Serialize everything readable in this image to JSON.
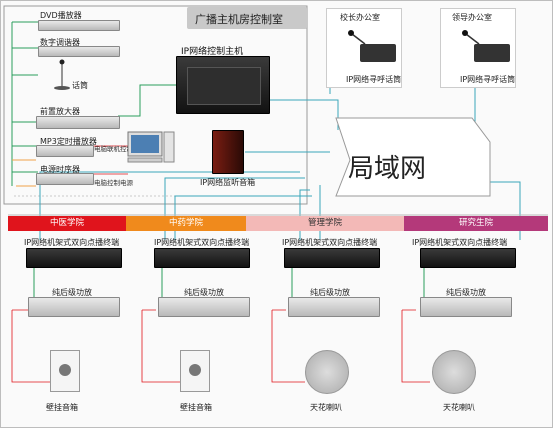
{
  "control_room": {
    "title": "广播主机房控制室",
    "devices": {
      "dvd": "DVD播放器",
      "tuner": "数字调谐器",
      "mic": "话筒",
      "preamp": "前置放大器",
      "mp3": "MP3定时播放器",
      "timer": "电源时序器",
      "host": "IP网络控制主机",
      "monitor_speaker": "IP网络监听音箱"
    },
    "small_labels": [
      "电脑联机控制",
      "电脑控制电源"
    ]
  },
  "offices": [
    {
      "name": "校长办公室",
      "device": "IP网络寻呼话筒"
    },
    {
      "name": "领导办公室",
      "device": "IP网络寻呼话筒"
    }
  ],
  "network": {
    "label": "局域网"
  },
  "zones": [
    {
      "name": "中医学院",
      "color": "#e0141c",
      "terminal": "IP网络机架式双向点播终端",
      "amp": "纯后级功放",
      "speaker": "壁挂音箱",
      "speaker_icon": "wall-speaker-icon"
    },
    {
      "name": "中药学院",
      "color": "#f08a1c",
      "terminal": "IP网络机架式双向点播终端",
      "amp": "纯后级功放",
      "speaker": "壁挂音箱",
      "speaker_icon": "wall-speaker-icon"
    },
    {
      "name": "管理学院",
      "color": "#f3b9b7",
      "terminal": "IP网络机架式双向点播终端",
      "amp": "纯后级功放",
      "speaker": "天花喇叭",
      "speaker_icon": "ceiling-speaker-icon"
    },
    {
      "name": "研究生院",
      "color": "#b4397a",
      "terminal": "IP网络机架式双向点播终端",
      "amp": "纯后级功放",
      "speaker": "天花喇叭",
      "speaker_icon": "ceiling-speaker-icon"
    }
  ]
}
